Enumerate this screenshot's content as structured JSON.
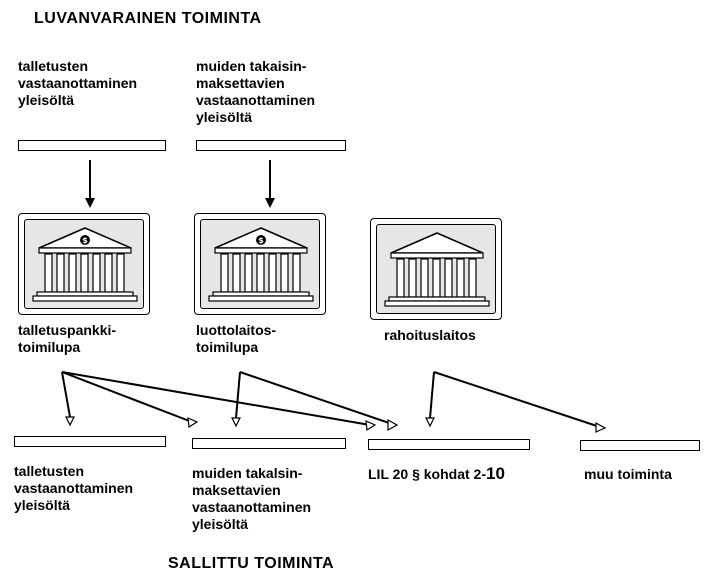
{
  "header": {
    "title": "LUVANVARAINEN TOIMINTA"
  },
  "top_activities": [
    {
      "label": "talletusten\nvastaanottaminen\nyleisöltä"
    },
    {
      "label": "muiden takaisin-\nmaksettavien\nvastaanottaminen\nyleisöltä"
    }
  ],
  "licenses": [
    {
      "label": "talletuspankki-\ntoimilupa",
      "icon": "bank-building-icon"
    },
    {
      "label": "luottolaitos-\ntoimilupa",
      "icon": "bank-building-icon"
    },
    {
      "label": "rahoituslaitos",
      "icon": "bank-building-icon"
    }
  ],
  "permitted": [
    {
      "label": "talletusten\nvastaanottaminen\nyleisöltä"
    },
    {
      "label": "muiden takalsin-\nmaksettavien\nvastaanottaminen\nyleisöltä"
    },
    {
      "label": "LIL 20 § kohdat 2-",
      "label_big": "10"
    },
    {
      "label": "muu toiminta"
    }
  ],
  "footer": {
    "title": "SALLITTU TOIMINTA"
  },
  "colors": {
    "line": "#000000",
    "card_fill": "#e6e6e6"
  }
}
